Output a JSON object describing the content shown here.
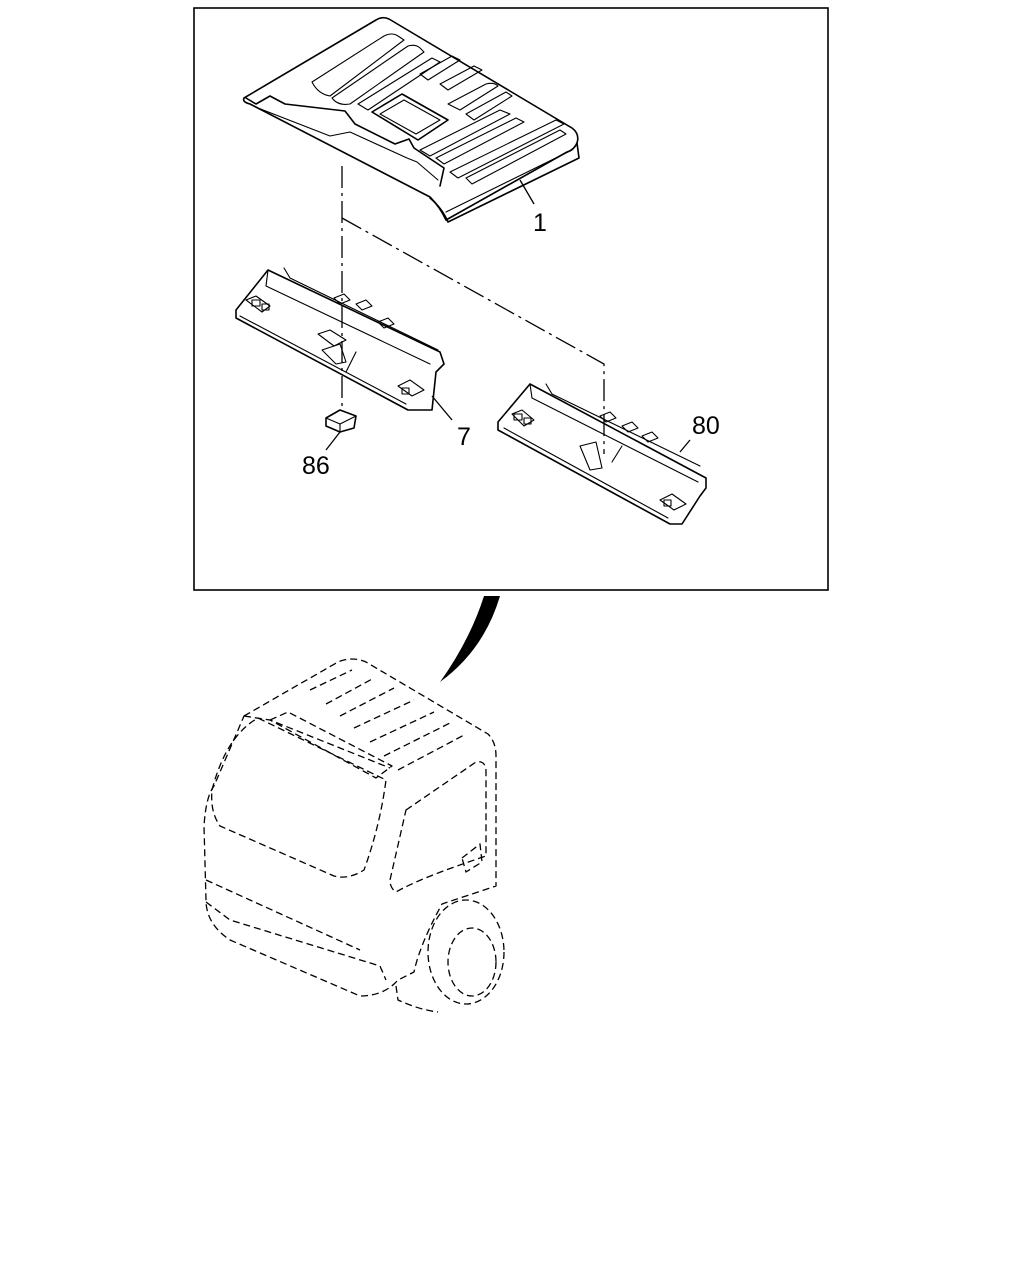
{
  "callouts": {
    "roof_headliner": "1",
    "panel_left": "7",
    "panel_right": "80",
    "clip": "86"
  },
  "colors": {
    "line": "#000000",
    "background": "#ffffff"
  }
}
